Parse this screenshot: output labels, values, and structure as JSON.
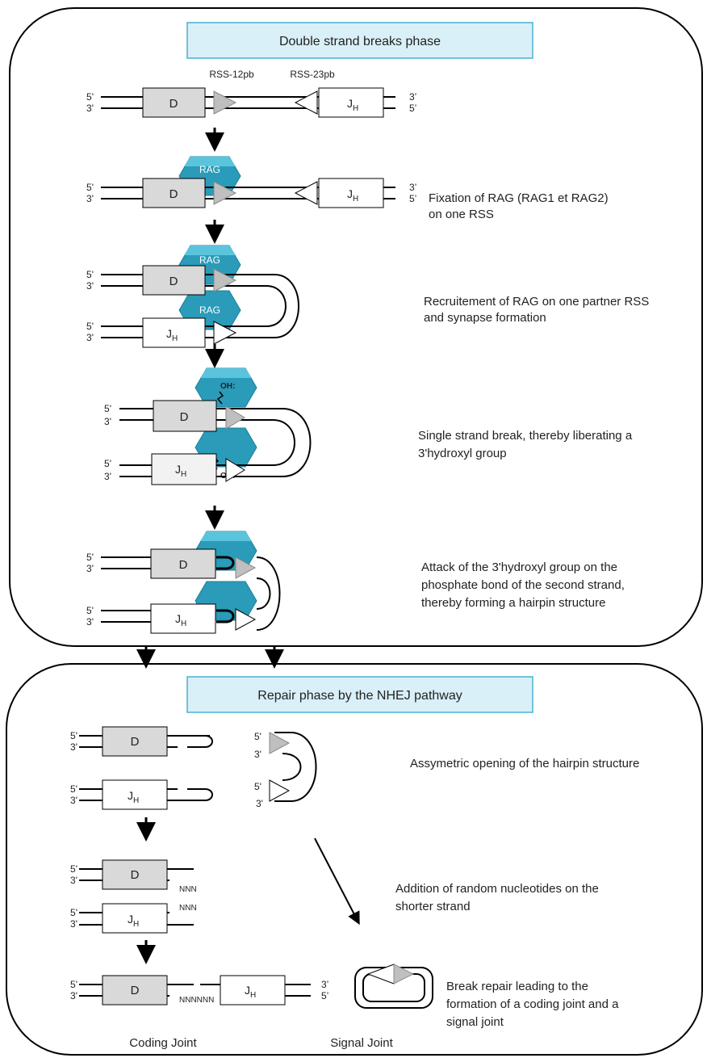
{
  "phase1": {
    "title": "Double strand breaks phase",
    "rss12": "RSS-12pb",
    "rss23": "RSS-23pb",
    "steps": [
      "Fixation of RAG (RAG1 et RAG2)",
      "on one RSS",
      "Recruitement of RAG on one partner RSS",
      "and synapse formation",
      "Single strand break, thereby liberating a",
      "3'hydroxyl group",
      "Attack of the 3'hydroxyl group on the",
      "phosphate bond of the second strand,",
      "thereby forming a hairpin structure"
    ]
  },
  "phase2": {
    "title": "Repair phase by the NHEJ pathway",
    "steps": [
      "Assymetric opening of the hairpin structure",
      "Addition of random nucleotides on the",
      "shorter strand",
      "Break repair leading to the",
      "formation of a coding joint and a",
      "signal joint"
    ],
    "coding_joint": "Coding Joint",
    "signal_joint": "Signal Joint"
  },
  "labels": {
    "five": "5'",
    "three": "3'",
    "three_quote": "3’",
    "five_quote": "5’",
    "d": "D",
    "j": "J",
    "h": "H",
    "rag": "RAG",
    "oh": "OH:",
    "nnn": "NNN",
    "nnnnnn": "NNNNNN"
  },
  "colors": {
    "rag": "#2a9bb8",
    "rag_light": "#5bc4dd",
    "title_box": "#d9f0f8",
    "title_border": "#4ab0d0",
    "d_box": "#d9d9d9",
    "rss_triangle": "#bfbfbf"
  }
}
